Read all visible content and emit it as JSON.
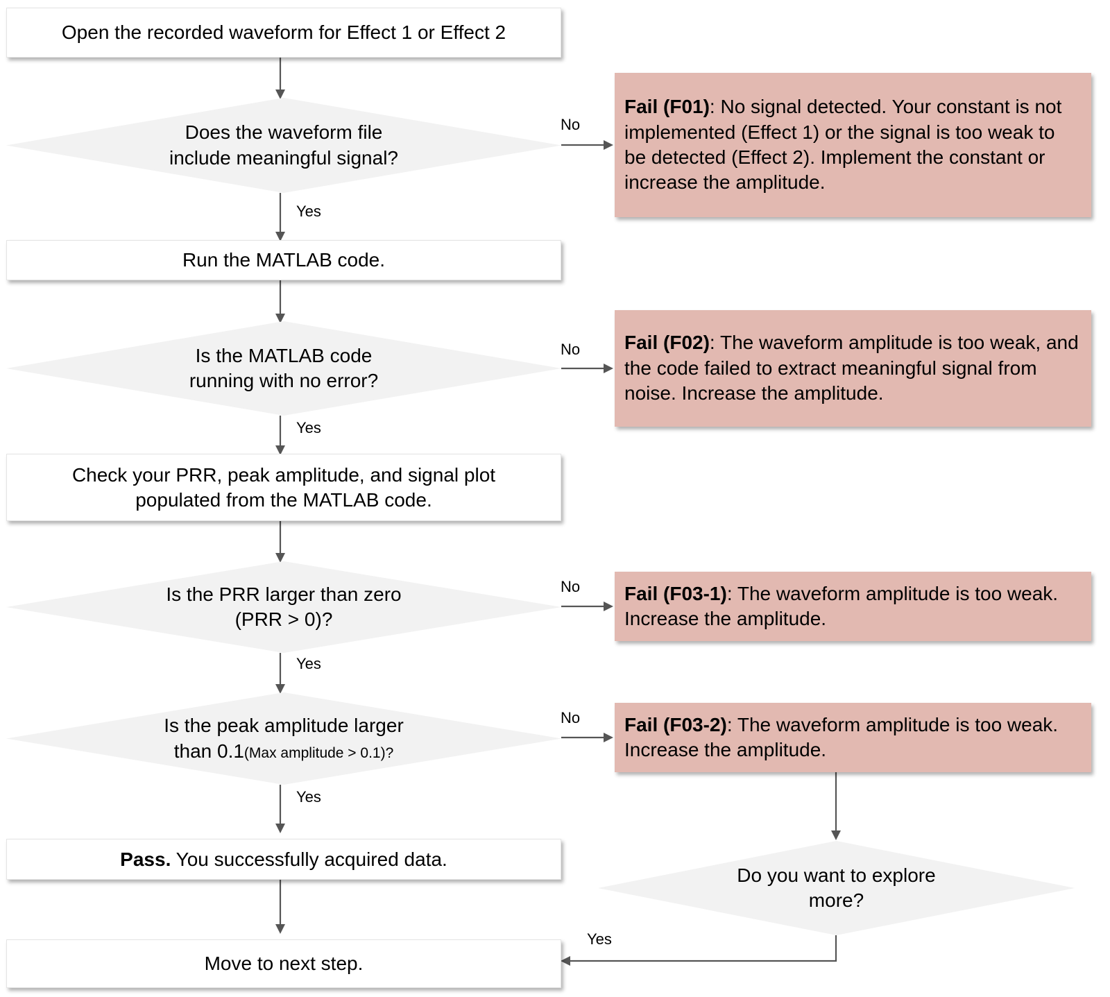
{
  "diagram": {
    "title": "Waveform data-acquisition troubleshooting flowchart",
    "type": "flowchart",
    "colors": {
      "fail_box_fill": "#e2b9b1",
      "decision_fill": "#f2f2f2",
      "process_fill": "#ffffff",
      "connector_stroke": "#555555",
      "text": "#000000"
    },
    "nodes": {
      "start": {
        "shape": "process",
        "text": "Open the recorded waveform for Effect 1 or Effect 2"
      },
      "d1": {
        "shape": "decision",
        "line1": "Does the waveform file",
        "line2": "include meaningful signal?"
      },
      "f01": {
        "shape": "fail",
        "tag": "Fail (F01)",
        "body": ": No signal detected. Your constant is not implemented (Effect 1) or the signal is too weak to be detected (Effect 2). Implement the constant or increase the amplitude."
      },
      "p2": {
        "shape": "process",
        "text": "Run the MATLAB code."
      },
      "d2": {
        "shape": "decision",
        "line1": "Is the MATLAB code",
        "line2": "running with no error?"
      },
      "f02": {
        "shape": "fail",
        "tag": "Fail (F02)",
        "body": ": The waveform amplitude is too weak, and the code failed to extract meaningful signal from noise. Increase the amplitude."
      },
      "p3": {
        "shape": "process",
        "line1": "Check your PRR, peak amplitude, and signal plot",
        "line2": "populated from the MATLAB code."
      },
      "d3": {
        "shape": "decision",
        "line1": "Is the PRR  larger than zero",
        "line2": "(PRR > 0)?"
      },
      "f031": {
        "shape": "fail",
        "tag": "Fail (F03-1)",
        "body": ": The waveform amplitude is too weak. Increase the amplitude."
      },
      "d4": {
        "shape": "decision",
        "line1": "Is the peak amplitude larger",
        "line2_main": "than 0.1",
        "line2_small": "(Max amplitude > 0.1)?"
      },
      "f032": {
        "shape": "fail",
        "tag": "Fail (F03-2)",
        "body": ": The waveform amplitude is too weak. Increase the amplitude."
      },
      "pass": {
        "shape": "process",
        "tag": "Pass.",
        "body": " You successfully acquired data."
      },
      "d5": {
        "shape": "decision",
        "line1": "Do you want to explore",
        "line2": "more?"
      },
      "next": {
        "shape": "process",
        "text": "Move to next step."
      }
    },
    "edge_labels": {
      "d1_no": "No",
      "d1_yes": "Yes",
      "d2_no": "No",
      "d2_yes": "Yes",
      "d3_no": "No",
      "d3_yes": "Yes",
      "d4_no": "No",
      "d4_yes": "Yes",
      "d5_yes": "Yes"
    }
  }
}
